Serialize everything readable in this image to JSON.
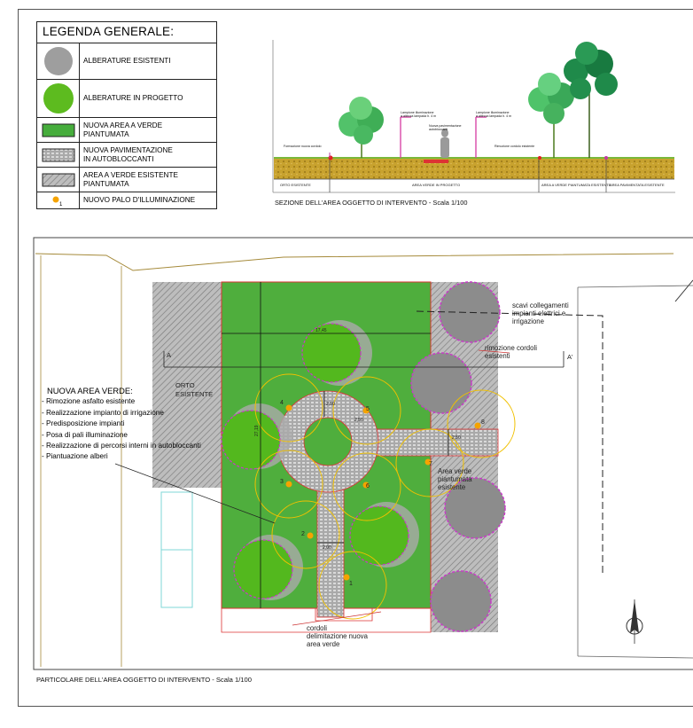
{
  "legend": {
    "title": "LEGENDA GENERALE:",
    "items": [
      {
        "label": "ALBERATURE ESISTENTI",
        "icon": "existing-tree-icon",
        "color": "#9e9e9e"
      },
      {
        "label": "ALBERATURE IN PROGETTO",
        "icon": "new-tree-icon",
        "color": "#5dbb1f"
      },
      {
        "label": "NUOVA AREA A VERDE\nPIANTUMATA",
        "icon": "green-area-swatch",
        "color": "#46ad3c"
      },
      {
        "label": "NUOVA PAVIMENTAZIONE\nIN AUTOBLOCCANTI",
        "icon": "paving-swatch",
        "color": "#bdbdbd"
      },
      {
        "label": "AREA A VERDE ESISTENTE\nPIANTUMATA",
        "icon": "hatched-area-swatch",
        "color": "#a8a8a8"
      },
      {
        "label": "NUOVO PALO D'ILLUMINAZIONE",
        "icon": "light-pole-icon",
        "color": "#f5a300",
        "marker": "1"
      }
    ]
  },
  "section": {
    "caption": "SEZIONE DELL'AREA OGGETTO DI INTERVENTO - Scala 1/100",
    "zones": [
      "ORTO ESISTENTE",
      "AREA VERDE IN PROGETTO",
      "AREA A VERDE PIANTUMATA ESISTENTE",
      "AREA PAVIMENTATA ESISTENTE"
    ],
    "labels": [
      "Formazione nuova cordolo",
      "Lampione illuminazione\na altezza lampada h. 4 m",
      "Nuova pavimentazione\nautobloccanti",
      "Lampione illuminazione\na altezza lampada h. 4 m",
      "Rimozione cordolo esistente"
    ]
  },
  "plan": {
    "caption": "PARTICOLARE DELL'AREA OGGETTO DI INTERVENTO - Scala 1/100",
    "orto": "ORTO\nESISTENTE",
    "section_marks": [
      "A",
      "A'"
    ],
    "dims": [
      "17,45",
      "27,19",
      "2,00",
      "2,50",
      "2,50",
      "2,50"
    ],
    "poles": [
      "1",
      "2",
      "3",
      "4",
      "5",
      "6",
      "7",
      "8"
    ],
    "note_scavi": "scavi collegamenti\nimpianti elettrici e\nirrigazione",
    "note_rimozione": "rimozione cordoli\nesistenti",
    "note_area_verde": "Area verde\npiantumata\nesistente",
    "note_cordoli": "cordoli\ndelimitazione nuova\narea verde",
    "nuova_area_verde": {
      "title": "NUOVA AREA VERDE:",
      "items": [
        "- Rimozione asfalto esistente",
        "- Realizzazione impianto di irrigazione",
        "- Predisposizione impianti",
        "- Posa di pali illuminazione",
        "- Realizzazione di percorsi interni in autobloccanti",
        "- Piantuazione alberi"
      ]
    }
  }
}
